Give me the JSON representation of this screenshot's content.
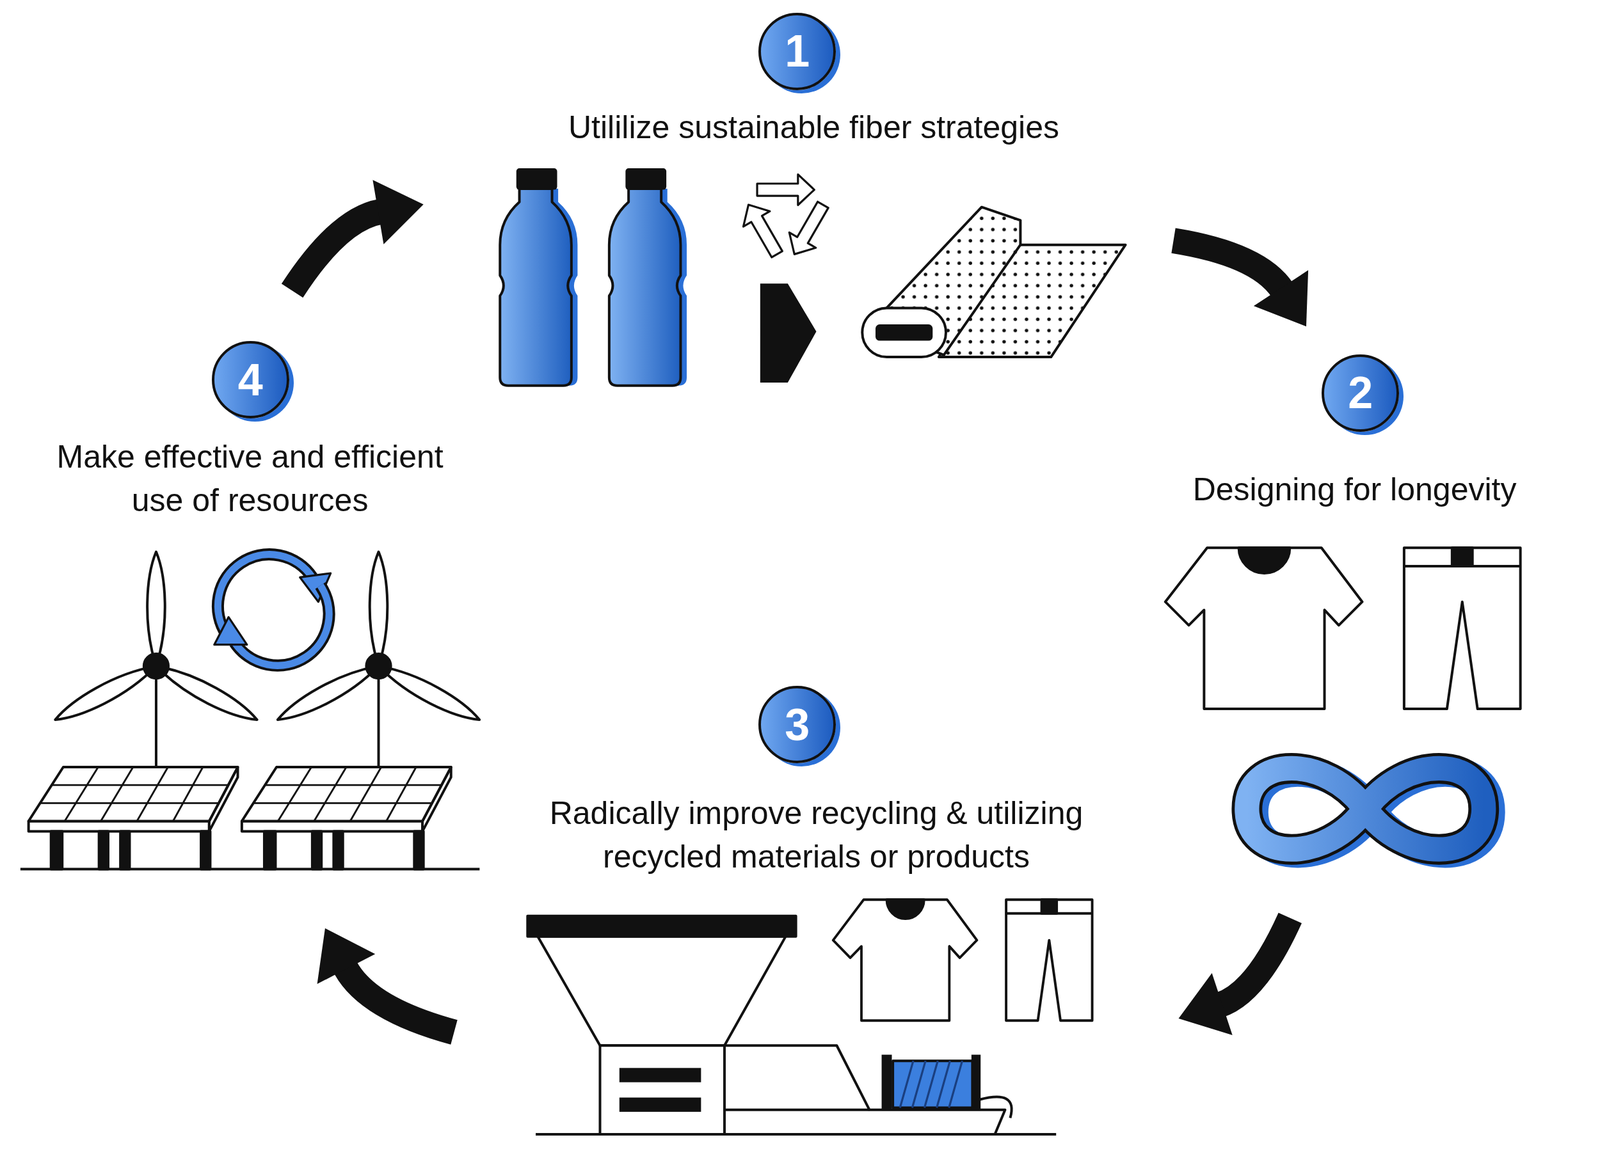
{
  "diagram": {
    "nodes": [
      {
        "text": [
          "1",
          "Utililize sustainable fiber strategies"
        ]
      },
      {
        "text": [
          "2",
          "Designing for longevity"
        ]
      },
      {
        "text": [
          "3",
          "Radically improve recycling & utilizing recycled materials or products"
        ]
      },
      {
        "text": [
          "4",
          "Make effective and efficient use of resources"
        ]
      }
    ],
    "edges": [
      {
        "from": 0,
        "to": 1,
        "arrow": "to"
      },
      {
        "from": 1,
        "to": 2,
        "arrow": "to"
      },
      {
        "from": 2,
        "to": 3,
        "arrow": "to"
      },
      {
        "from": 3,
        "to": 0,
        "arrow": "to"
      }
    ]
  }
}
